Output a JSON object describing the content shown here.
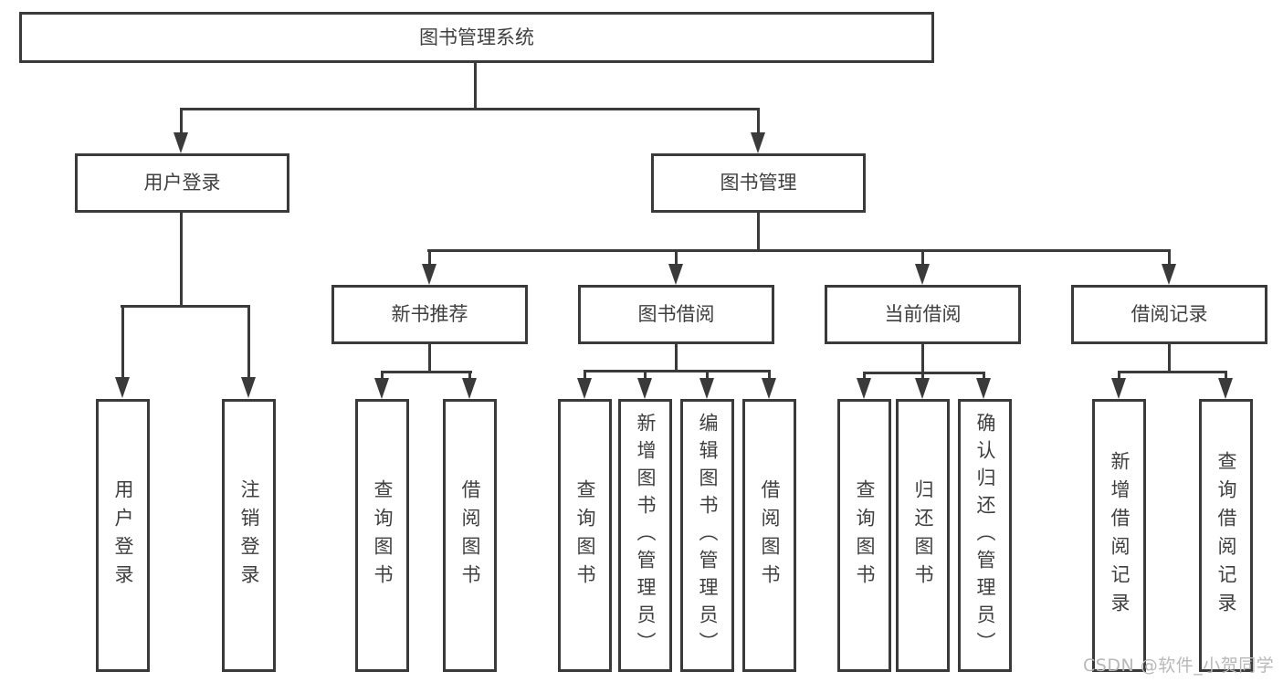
{
  "diagram": {
    "root": {
      "label": "图书管理系统"
    },
    "login_branch": {
      "label": "用户登录",
      "children": [
        {
          "label": "用户登录"
        },
        {
          "label": "注销登录"
        }
      ]
    },
    "mgmt_branch": {
      "label": "图书管理",
      "children": [
        {
          "label": "新书推荐",
          "children": [
            {
              "label": "查询图书"
            },
            {
              "label": "借阅图书"
            }
          ]
        },
        {
          "label": "图书借阅",
          "children": [
            {
              "label": "查询图书"
            },
            {
              "label": "新增图书（管理员）"
            },
            {
              "label": "编辑图书（管理员）"
            },
            {
              "label": "借阅图书"
            }
          ]
        },
        {
          "label": "当前借阅",
          "children": [
            {
              "label": "查询图书"
            },
            {
              "label": "归还图书"
            },
            {
              "label": "确认归还（管理员）"
            }
          ]
        },
        {
          "label": "借阅记录",
          "children": [
            {
              "label": "新增借阅记录"
            },
            {
              "label": "查询借阅记录"
            }
          ]
        }
      ]
    },
    "watermark": "CSDN @软件_小贺同学",
    "colors": {
      "background": "#ffffff",
      "line": "#3a3a3a",
      "box_border": "#3a3a3a",
      "text": "#3f3f3f",
      "watermark_text": "#b8b8b8"
    }
  }
}
